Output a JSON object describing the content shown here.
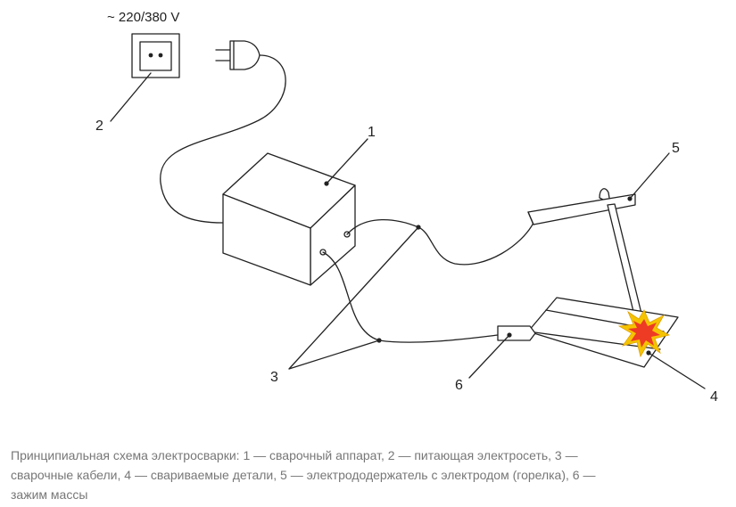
{
  "diagram": {
    "voltage": "~ 220/380 V",
    "labels": {
      "n1": "1",
      "n2": "2",
      "n3": "3",
      "n4": "4",
      "n5": "5",
      "n6": "6"
    },
    "colors": {
      "line": "#222222",
      "spark_outer": "#f5c400",
      "spark_inner": "#ee3b24",
      "caption": "#777777"
    }
  },
  "caption": {
    "text": "Принципиальная схема электросварки: 1 — сварочный аппарат, 2 — питающая электросеть, 3 — сварочные кабели, 4 — свариваемые детали, 5 — электрододержатель с электродом (горелка), 6 — зажим массы"
  }
}
